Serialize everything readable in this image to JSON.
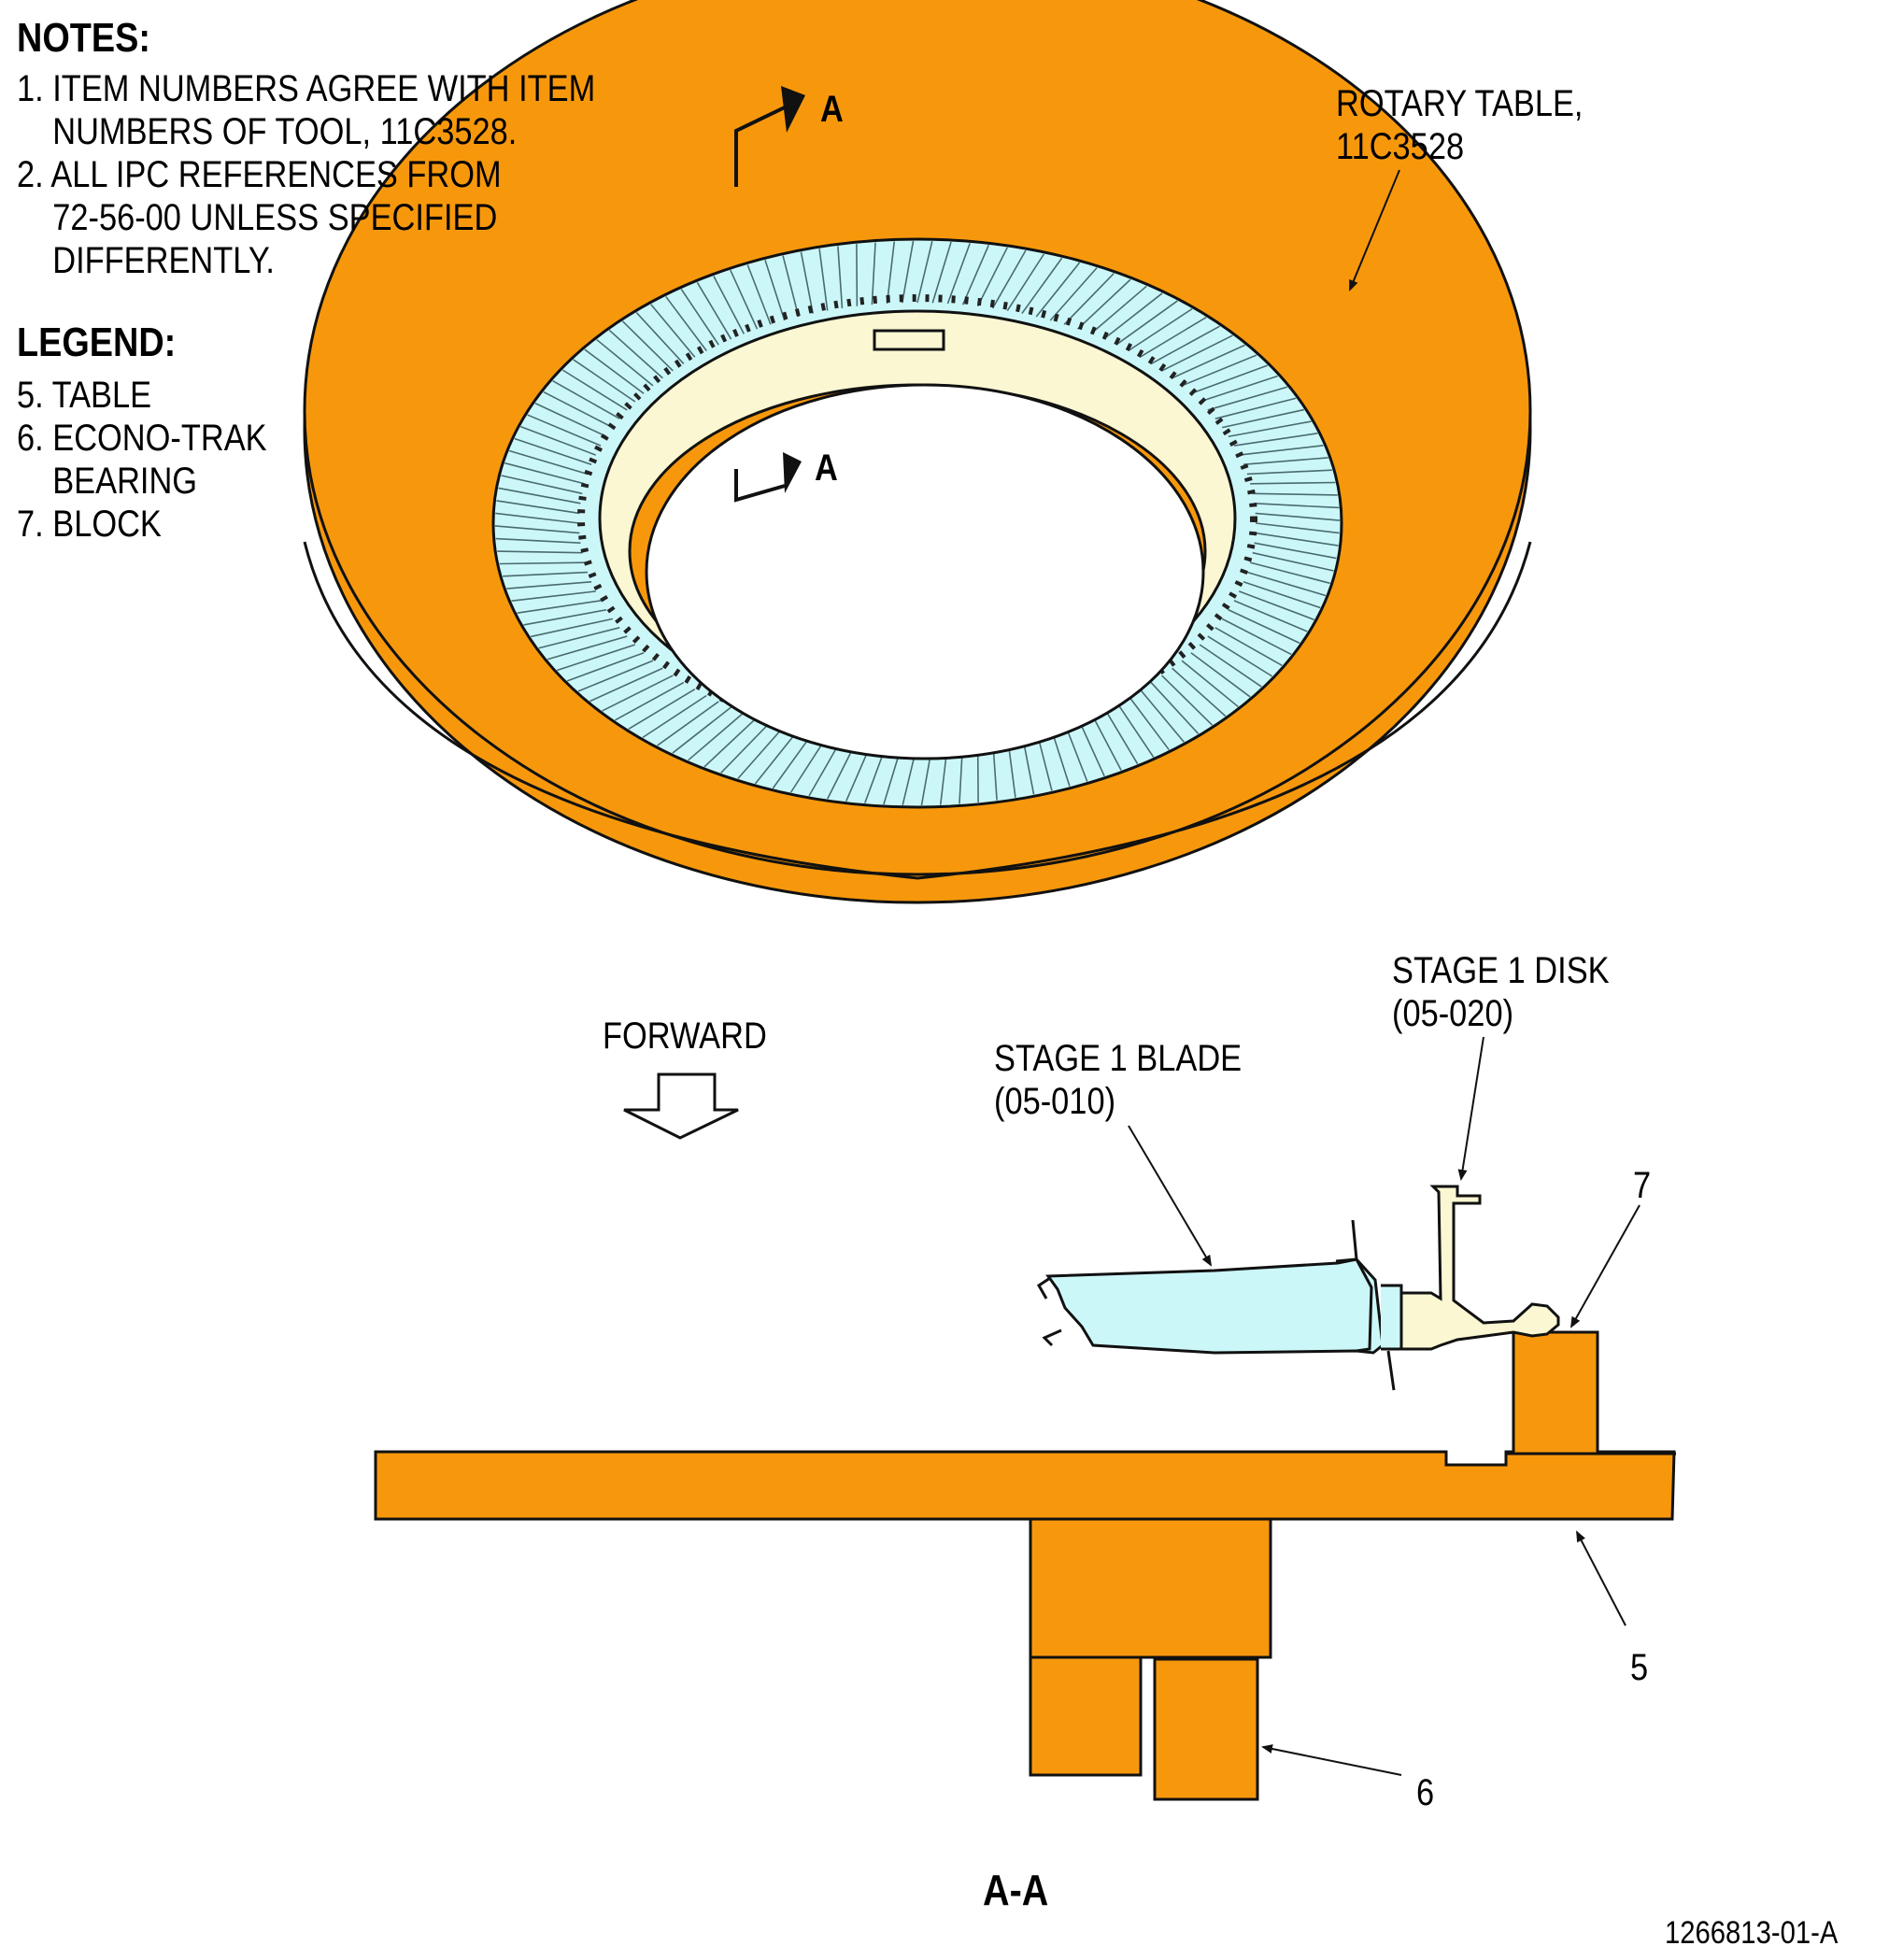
{
  "notes": {
    "heading": "NOTES:",
    "items": [
      "1. ITEM NUMBERS AGREE WITH ITEM",
      "    NUMBERS OF TOOL, 11C3528.",
      "2. ALL IPC REFERENCES FROM",
      "    72-56-00 UNLESS SPECIFIED",
      "    DIFFERENTLY."
    ]
  },
  "legend": {
    "heading": "LEGEND:",
    "items": [
      "5. TABLE",
      "6. ECONO-TRAK",
      "    BEARING",
      "7. BLOCK"
    ]
  },
  "callouts": {
    "rotary_table": [
      "ROTARY TABLE,",
      "11C3528"
    ],
    "section_marker": "A",
    "forward": "FORWARD",
    "stage1_disk": [
      "STAGE 1 DISK",
      "(05-020)"
    ],
    "stage1_blade": [
      "STAGE 1 BLADE",
      "(05-010)"
    ],
    "item7": "7",
    "item5": "5",
    "item6": "6",
    "section_title": "A-A",
    "figure_id": "1266813-01-A"
  },
  "colors": {
    "tool_orange": "#F7980C",
    "blade_cyan": "#CCF7F9",
    "disk_cream": "#FAF7D2",
    "outline": "#111111"
  }
}
